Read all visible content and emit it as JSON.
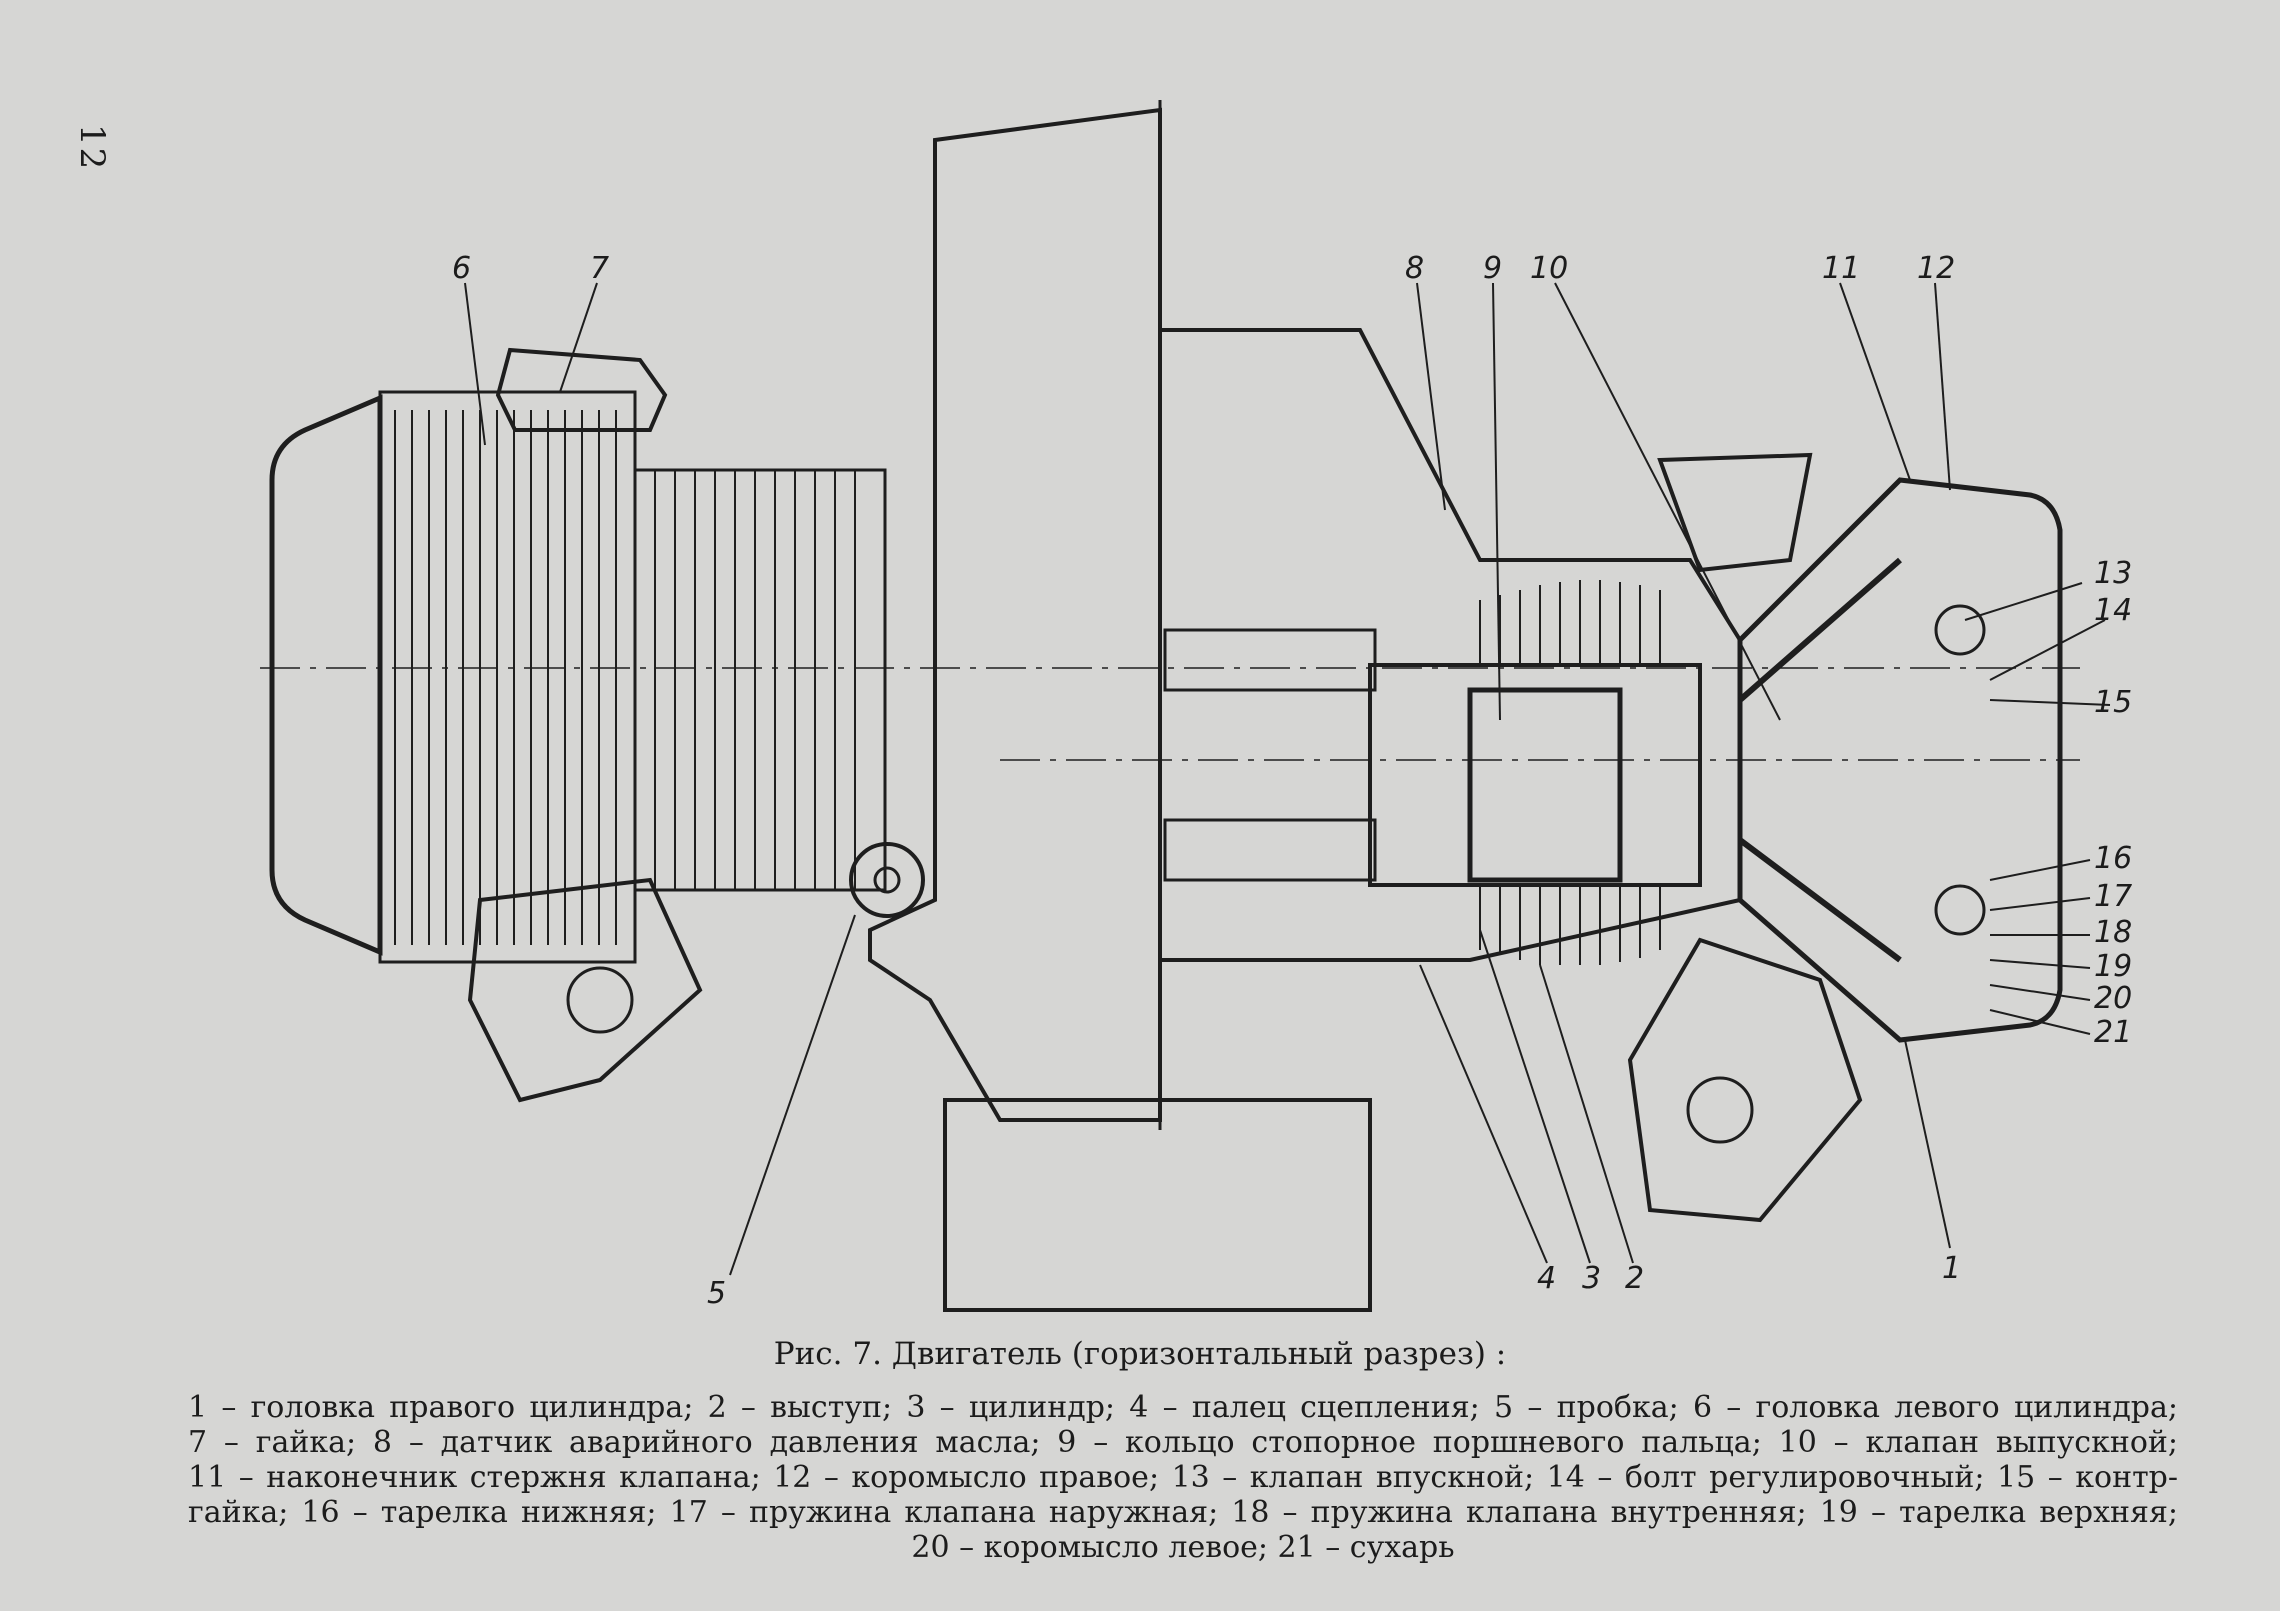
{
  "page": {
    "number": "12"
  },
  "figure": {
    "callouts": [
      "1",
      "2",
      "3",
      "4",
      "5",
      "6",
      "7",
      "8",
      "9",
      "10",
      "11",
      "12",
      "13",
      "14",
      "15",
      "16",
      "17",
      "18",
      "19",
      "20",
      "21"
    ]
  },
  "caption": {
    "title": "Рис. 7. Двигатель (горизонтальный разрез) :",
    "lines": [
      "1 – головка правого цилиндра; 2 – выступ; 3 – цилиндр; 4 – палец сцепления; 5 – пробка; 6 – головка левого цилиндра;",
      "7 – гайка; 8 – датчик аварийного давления масла; 9 – кольцо стопорное поршневого пальца; 10 – клапан выпускной;",
      "11 – наконечник стержня клапана; 12 – коромысло правое; 13 – клапан впускной; 14 – болт регулировочный; 15 – контр-",
      "гайка; 16 – тарелка нижняя; 17 – пружина клапана наружная; 18 – пружина клапана внутренняя; 19 – тарелка верхняя;",
      "20 – коромысло левое; 21 – сухарь"
    ]
  }
}
